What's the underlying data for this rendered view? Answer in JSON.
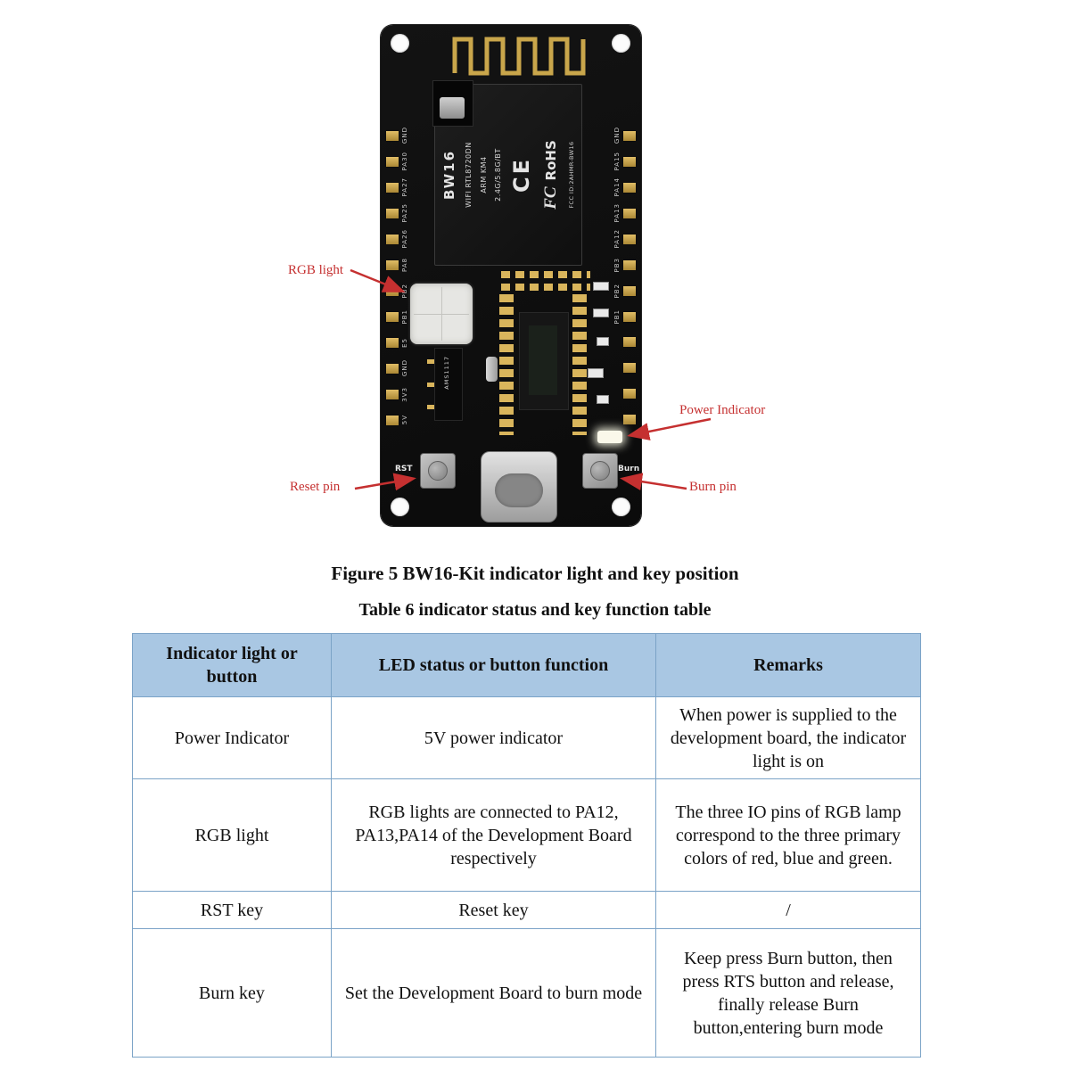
{
  "captions": {
    "figure": "Figure 5 BW16-Kit indicator light and key position",
    "table": "Table 6 indicator status and key function table"
  },
  "figure": {
    "annotations": {
      "rgb_light": "RGB light",
      "power_indicator": "Power Indicator",
      "reset_pin": "Reset pin",
      "burn_pin": "Burn pin"
    },
    "board": {
      "module": {
        "name": "BW16",
        "wifi": "WIFI RTL8720DN",
        "arm": "ARM KM4",
        "band": "2.4G/5.8G/BT",
        "ce": "CE",
        "fcc": "FC",
        "rohs": "RoHS",
        "fcc_id": "FCC ID:2AHMR-BW16"
      },
      "left_pins": [
        "GND",
        "PA30",
        "PA27",
        "PA25",
        "PA26",
        "PA8",
        "PB2",
        "PB1",
        "E5",
        "GND",
        "3V3",
        "5V"
      ],
      "right_pins": [
        "GND",
        "PA15",
        "PA14",
        "PA13",
        "PA12",
        "PB3",
        "PB2",
        "PB1"
      ],
      "regulator": "AMS1117",
      "rst": "RST",
      "burn": "Burn"
    }
  },
  "table": {
    "headers": [
      "Indicator light or button",
      "LED status or button function",
      "Remarks"
    ],
    "rows": [
      [
        "Power Indicator",
        "5V power indicator",
        "When power is supplied to the development board, the indicator light is on"
      ],
      [
        "RGB light",
        "RGB lights are connected to PA12, PA13,PA14 of the Development Board respectively",
        "The three IO pins of RGB lamp correspond to the three primary colors of red, blue and green."
      ],
      [
        "RST key",
        "Reset key",
        "/"
      ],
      [
        "Burn key",
        "Set the Development Board to burn mode",
        "Keep press Burn button, then press RTS button and release, finally release Burn button,entering burn mode"
      ]
    ]
  },
  "colors": {
    "header_bg": "#a9c7e3",
    "table_border": "#7ba3c7",
    "annotation_red": "#c53030",
    "board_black": "#0e0e0e",
    "pad_gold": "#d9b55c"
  }
}
